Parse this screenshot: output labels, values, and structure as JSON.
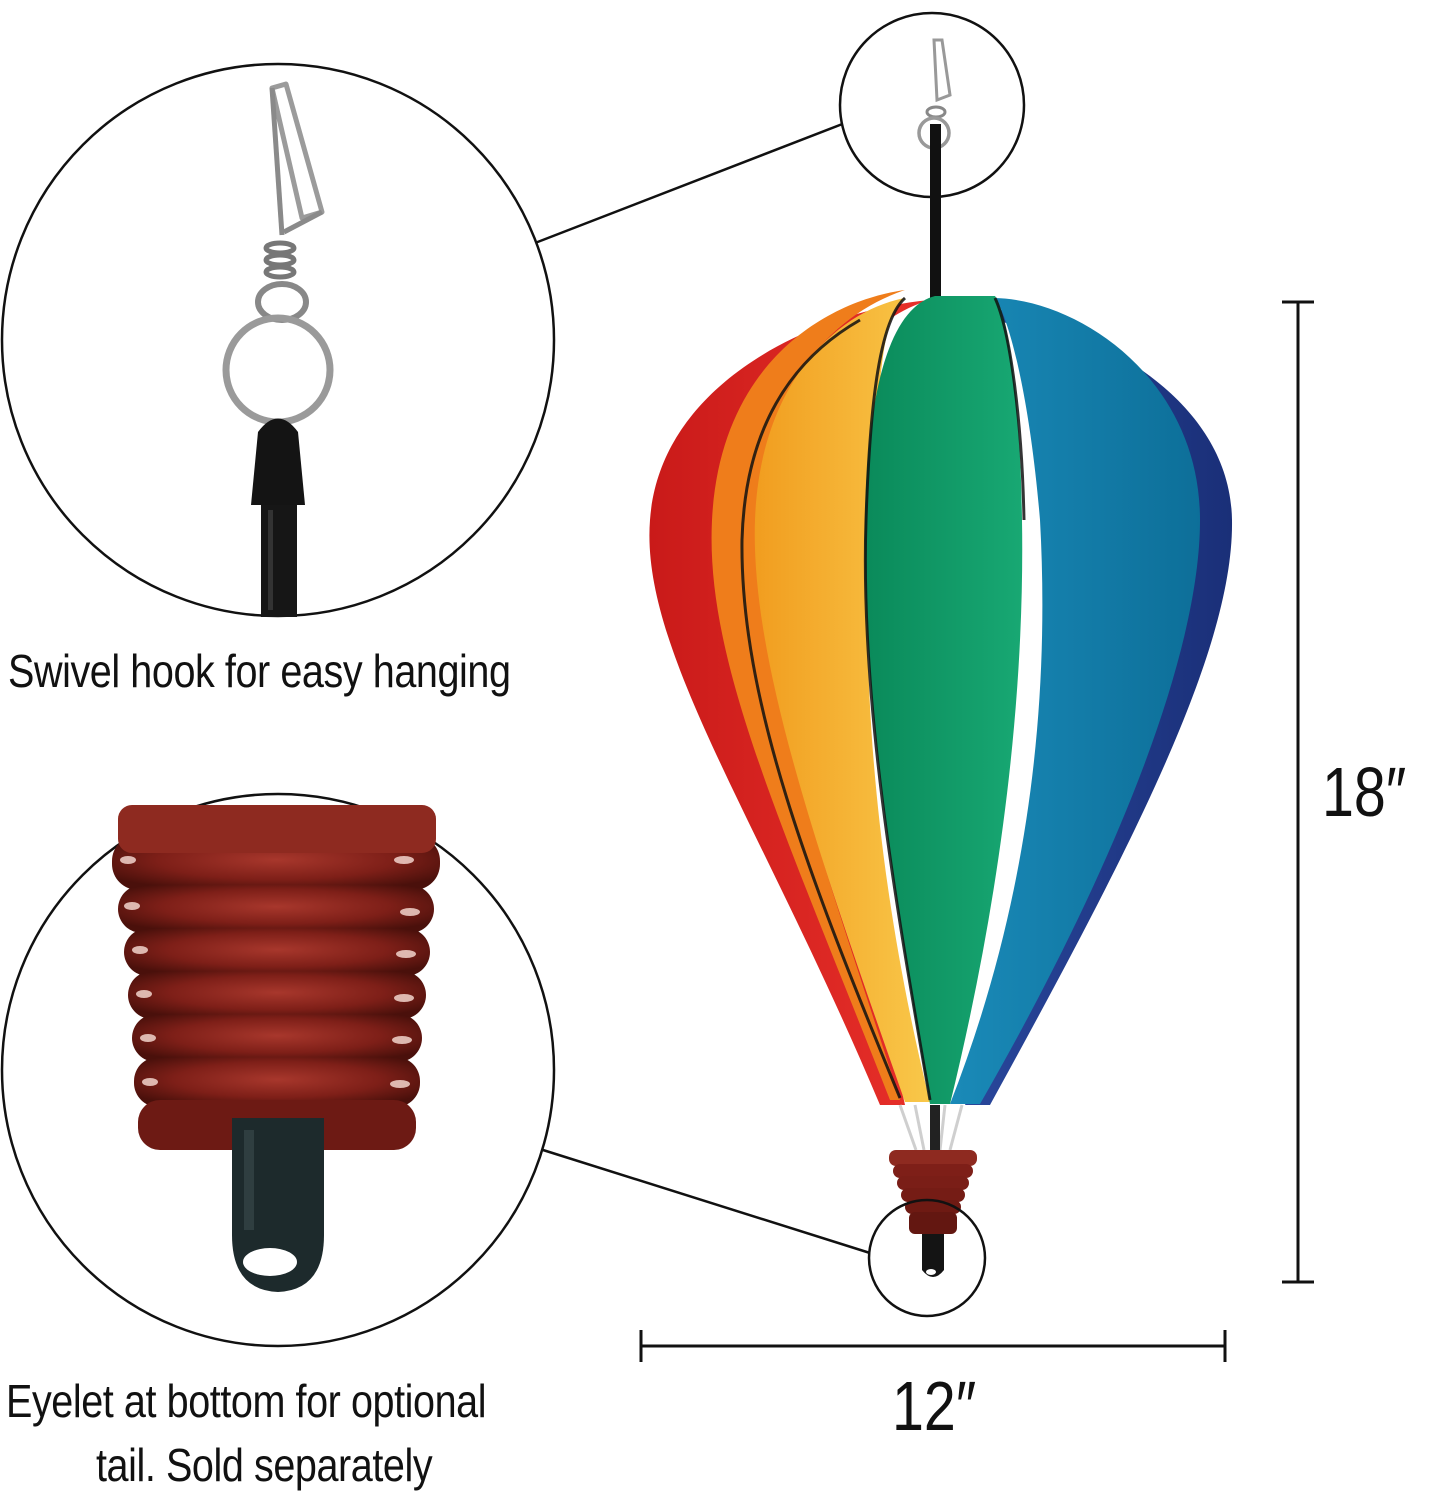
{
  "captions": {
    "hook": "Swivel hook for easy hanging",
    "eyelet_line1": "Eyelet at bottom for optional",
    "eyelet_line2": "tail. Sold separately"
  },
  "dimensions": {
    "height": "18″",
    "width": "12″"
  },
  "colors": {
    "red": "#e0241f",
    "orange": "#f07d1a",
    "yellow": "#f6b833",
    "green": "#0e9b68",
    "teal": "#0f7ea8",
    "blue": "#233c8f",
    "weight": "#7e1f18",
    "rod": "#111111"
  }
}
